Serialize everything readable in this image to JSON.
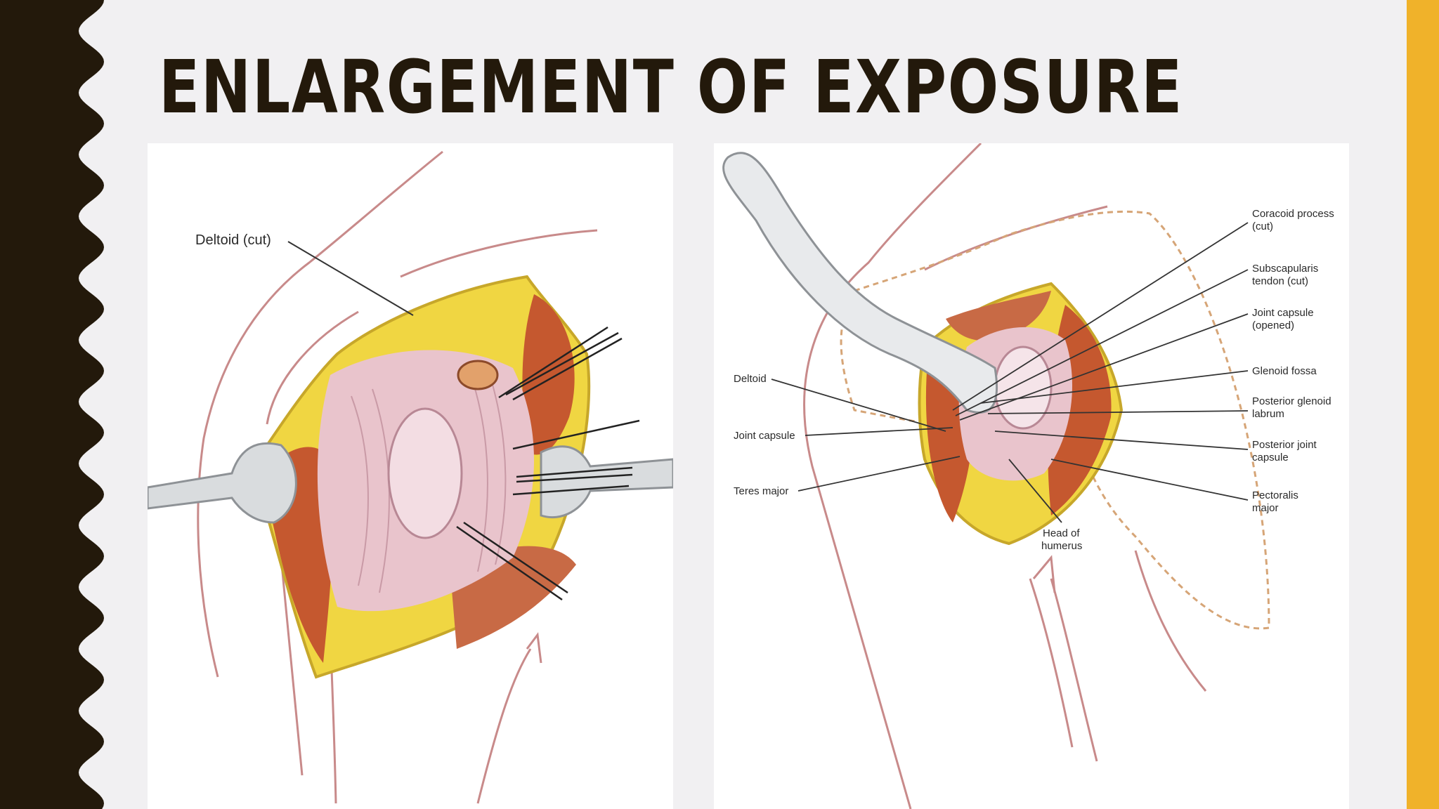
{
  "slide": {
    "title": "ENLARGEMENT OF EXPOSURE",
    "colors": {
      "left_band": "#23190b",
      "accent_bar": "#f0b22a",
      "background": "#f1f0f2",
      "title_text": "#23190b"
    }
  },
  "left_figure": {
    "labels": {
      "deltoid_cut": "Deltoid (cut)"
    }
  },
  "right_figure": {
    "labels": {
      "coracoid_1": "Coracoid process",
      "coracoid_2": "(cut)",
      "subscap_1": "Subscapularis",
      "subscap_2": "tendon (cut)",
      "jointcap_opened_1": "Joint capsule",
      "jointcap_opened_2": "(opened)",
      "glenoid_fossa": "Glenoid fossa",
      "post_glenoid_1": "Posterior glenoid",
      "post_glenoid_2": "labrum",
      "post_joint_1": "Posterior joint",
      "post_joint_2": "capsule",
      "pectoralis_1": "Pectoralis",
      "pectoralis_2": "major",
      "deltoid": "Deltoid",
      "joint_capsule": "Joint capsule",
      "teres_major": "Teres major",
      "head_1": "Head of",
      "head_2": "humerus"
    }
  }
}
